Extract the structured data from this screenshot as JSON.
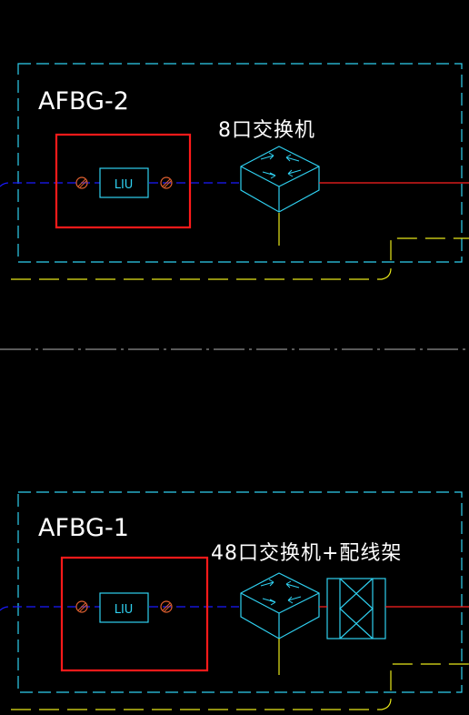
{
  "colors": {
    "background": "#000000",
    "frame": "#2fd0f0",
    "fiber": "#1a1aff",
    "highlight": "#ff1a1a",
    "cable": "#e8e81a",
    "uplink": "#ff2020",
    "divider": "#b4b4b4",
    "text": "#ffffff"
  },
  "sections": [
    {
      "title": "AFBG-2",
      "device_label": "8口交换机",
      "panel_label": "LIU",
      "has_patch_panel": false
    },
    {
      "title": "AFBG-1",
      "device_label": "48口交换机+配线架",
      "panel_label": "LIU",
      "has_patch_panel": true
    }
  ]
}
